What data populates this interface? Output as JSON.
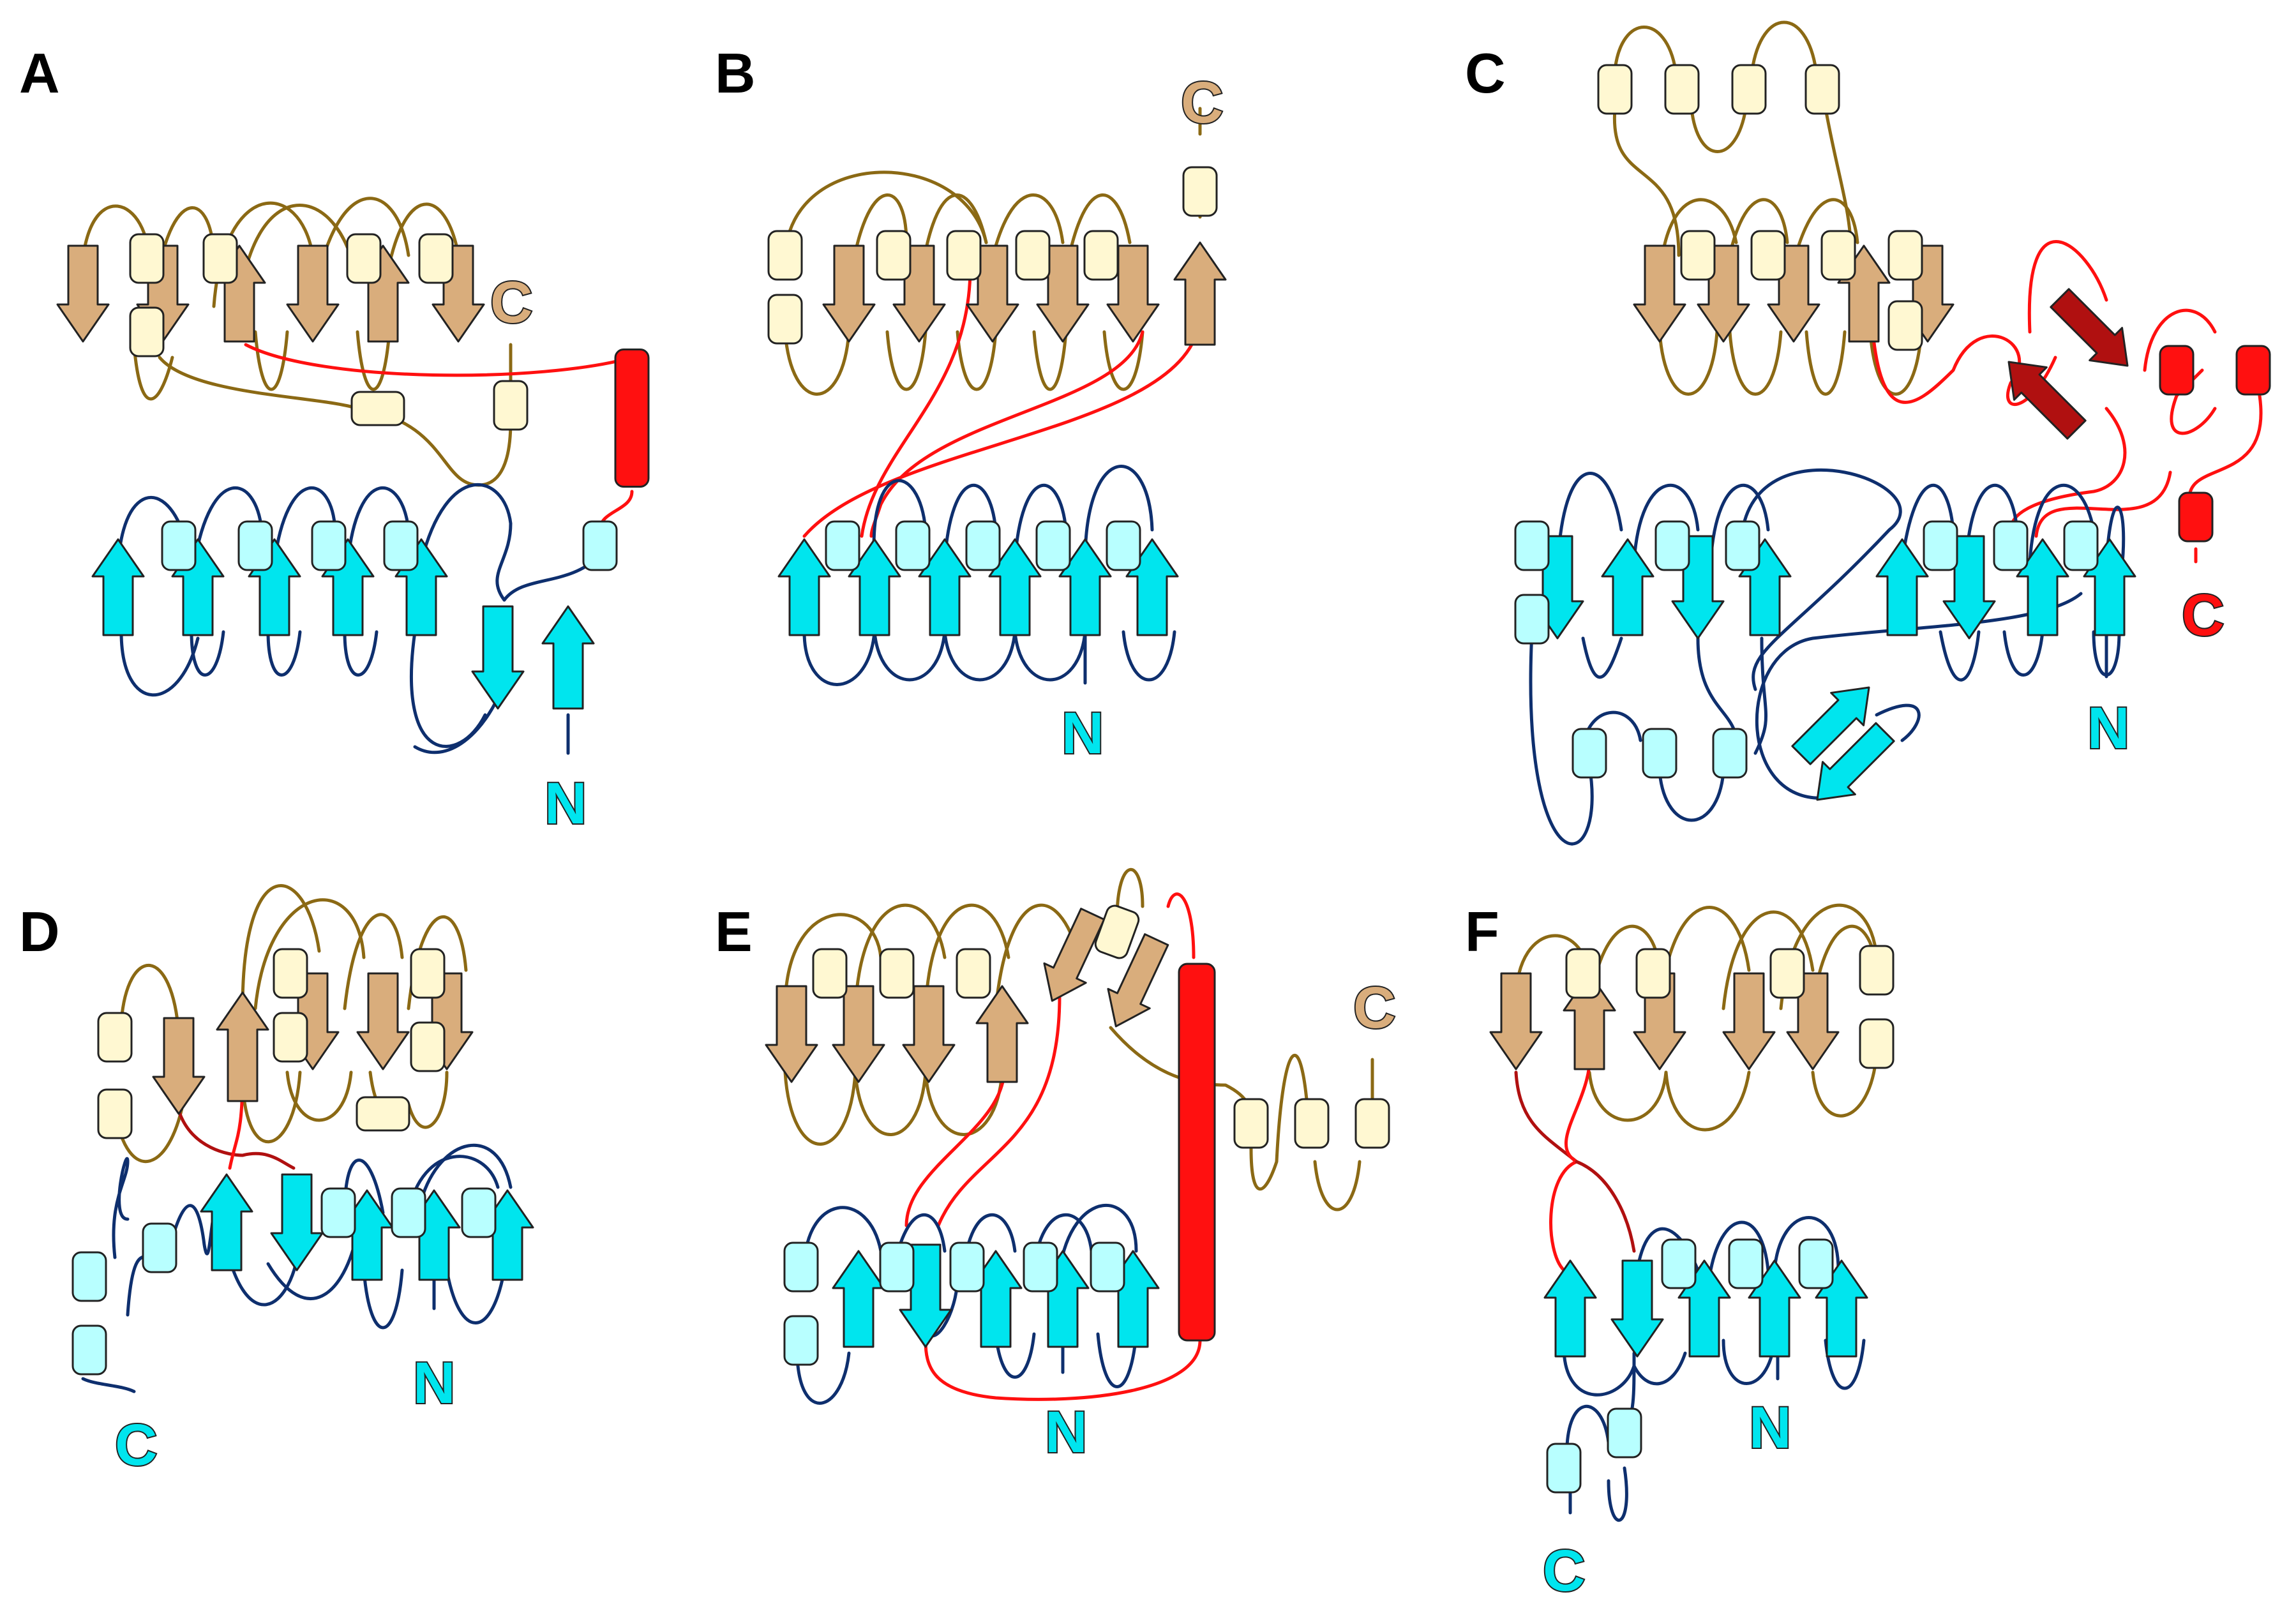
{
  "colors": {
    "top_strand": "#D9AD7C",
    "top_helix": "#FFF8D2",
    "top_loop": "#8B6914",
    "bottom_strand": "#00E5EE",
    "bottom_helix": "#B8FFFF",
    "bottom_loop": "#0E2F6E",
    "linker": "#FF1010",
    "linker_dark": "#B01010",
    "outline": "#222222"
  },
  "panels": [
    {
      "letter": "A",
      "n_label": "N",
      "c_label": "C",
      "c_domain": "top"
    },
    {
      "letter": "B",
      "n_label": "N",
      "c_label": "C",
      "c_domain": "top"
    },
    {
      "letter": "C",
      "n_label": "N",
      "c_label": "C",
      "c_domain": "linker"
    },
    {
      "letter": "D",
      "n_label": "N",
      "c_label": "C",
      "c_domain": "bottom"
    },
    {
      "letter": "E",
      "n_label": "N",
      "c_label": "C",
      "c_domain": "top"
    },
    {
      "letter": "F",
      "n_label": "N",
      "c_label": "C",
      "c_domain": "bottom"
    }
  ]
}
